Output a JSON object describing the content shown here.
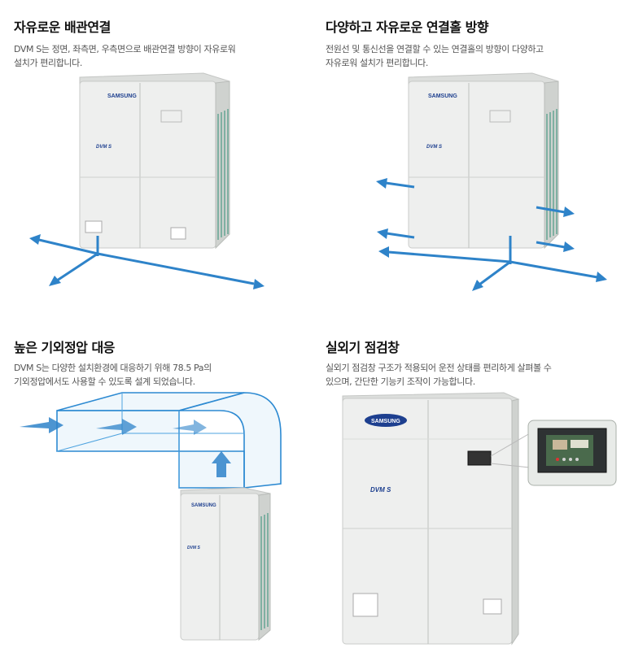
{
  "sections": [
    {
      "title": "자유로운 배관연결",
      "desc_lines": [
        "DVM S는 정면, 좌측면, 우측면으로 배관연결 방향이 자유로워",
        "설치가 편리합니다."
      ]
    },
    {
      "title": "다양하고 자유로운 연결홀 방향",
      "desc_lines": [
        "전원선 및 통신선을 연결할 수 있는 연결홀의 방향이 다양하고",
        "자유로워 설치가 편리합니다."
      ]
    },
    {
      "title": "높은 기외정압 대응",
      "desc_lines": [
        "DVM S는 다양한 설치환경에 대응하기 위해 78.5 Pa의",
        "기외정압에서도 사용할 수 있도록 설계 되었습니다."
      ]
    },
    {
      "title": "실외기 점검창",
      "desc_lines": [
        "실외기 점검창 구조가 적용되어 운전 상태를 편리하게 살펴볼 수",
        "있으며, 간단한 기능키 조작이 가능합니다."
      ]
    }
  ],
  "unit": {
    "brand": "SAMSUNG",
    "model": "DVM S"
  },
  "colors": {
    "arrow": "#2e83c9",
    "logo": "#1d3f8f",
    "fins": "#2f8f74"
  }
}
